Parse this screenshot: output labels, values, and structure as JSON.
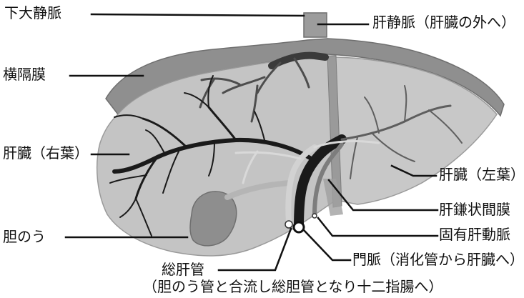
{
  "labels": {
    "ivc": "下大静脈",
    "hepatic_vein": "肝静脈（肝臓の外へ）",
    "diaphragm": "横隔膜",
    "liver_right": "肝臓（右葉）",
    "liver_left": "肝臓（左葉）",
    "falciform": "肝鎌状間膜",
    "gallbladder": "胆のう",
    "hepatic_artery": "固有肝動脈",
    "portal_vein": "門脈（消化管から肝臓へ）",
    "common_hepatic_duct": "総肝管",
    "common_hepatic_duct_note": "（胆のう管と合流し総胆管となり十二指腸へ）"
  },
  "colors": {
    "diaphragm": "#8f8f8f",
    "diaphragm_edge": "#6f6f6f",
    "liver": "#c2c2c2",
    "liver_dark": "#a9a9a9",
    "falciform": "#9a9a9a",
    "gallbladder": "#8e8e8e",
    "vessel_dark": "#1a1a1a",
    "vessel_mid": "#4d4d4d",
    "vessel_gray": "#7d7d7d",
    "duct_gray": "#cfcfcf",
    "leader": "#111111"
  }
}
